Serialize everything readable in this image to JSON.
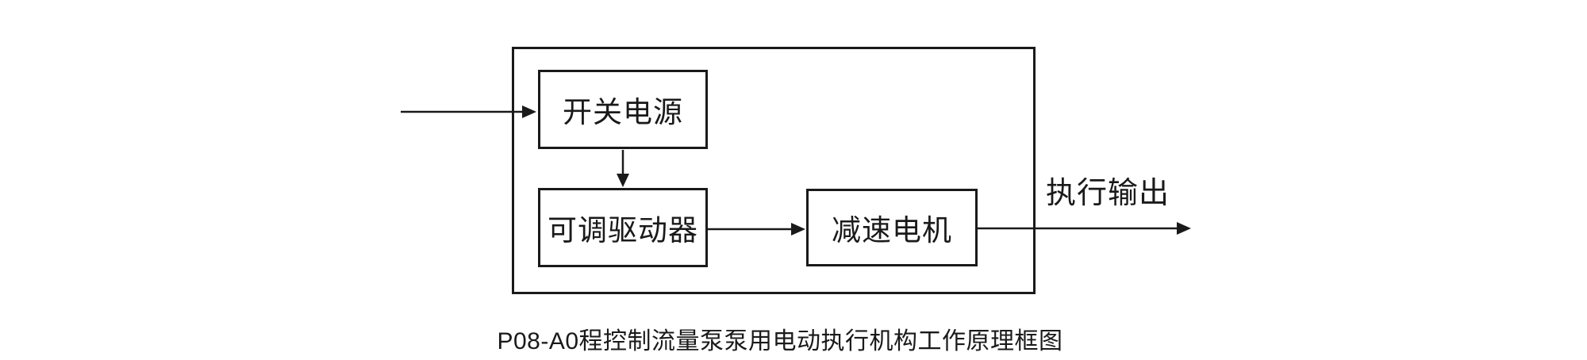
{
  "colors": {
    "background": "#ffffff",
    "line": "#1a1a1a",
    "text": "#1a1a1a"
  },
  "diagram": {
    "nodes": [
      {
        "id": "switching-power-supply",
        "label": "开关电源"
      },
      {
        "id": "adjustable-driver",
        "label": "可调驱动器"
      },
      {
        "id": "gear-motor",
        "label": "减速电机"
      }
    ],
    "connections": [
      {
        "from": "external-input",
        "to": "switching-power-supply",
        "label": ""
      },
      {
        "from": "switching-power-supply",
        "to": "adjustable-driver",
        "label": ""
      },
      {
        "from": "adjustable-driver",
        "to": "gear-motor",
        "label": ""
      },
      {
        "from": "gear-motor",
        "to": "external-output",
        "label": "执行输出"
      }
    ],
    "output_label": "执行输出"
  },
  "caption": "P08-A0程控制流量泵泵用电动执行机构工作原理框图"
}
